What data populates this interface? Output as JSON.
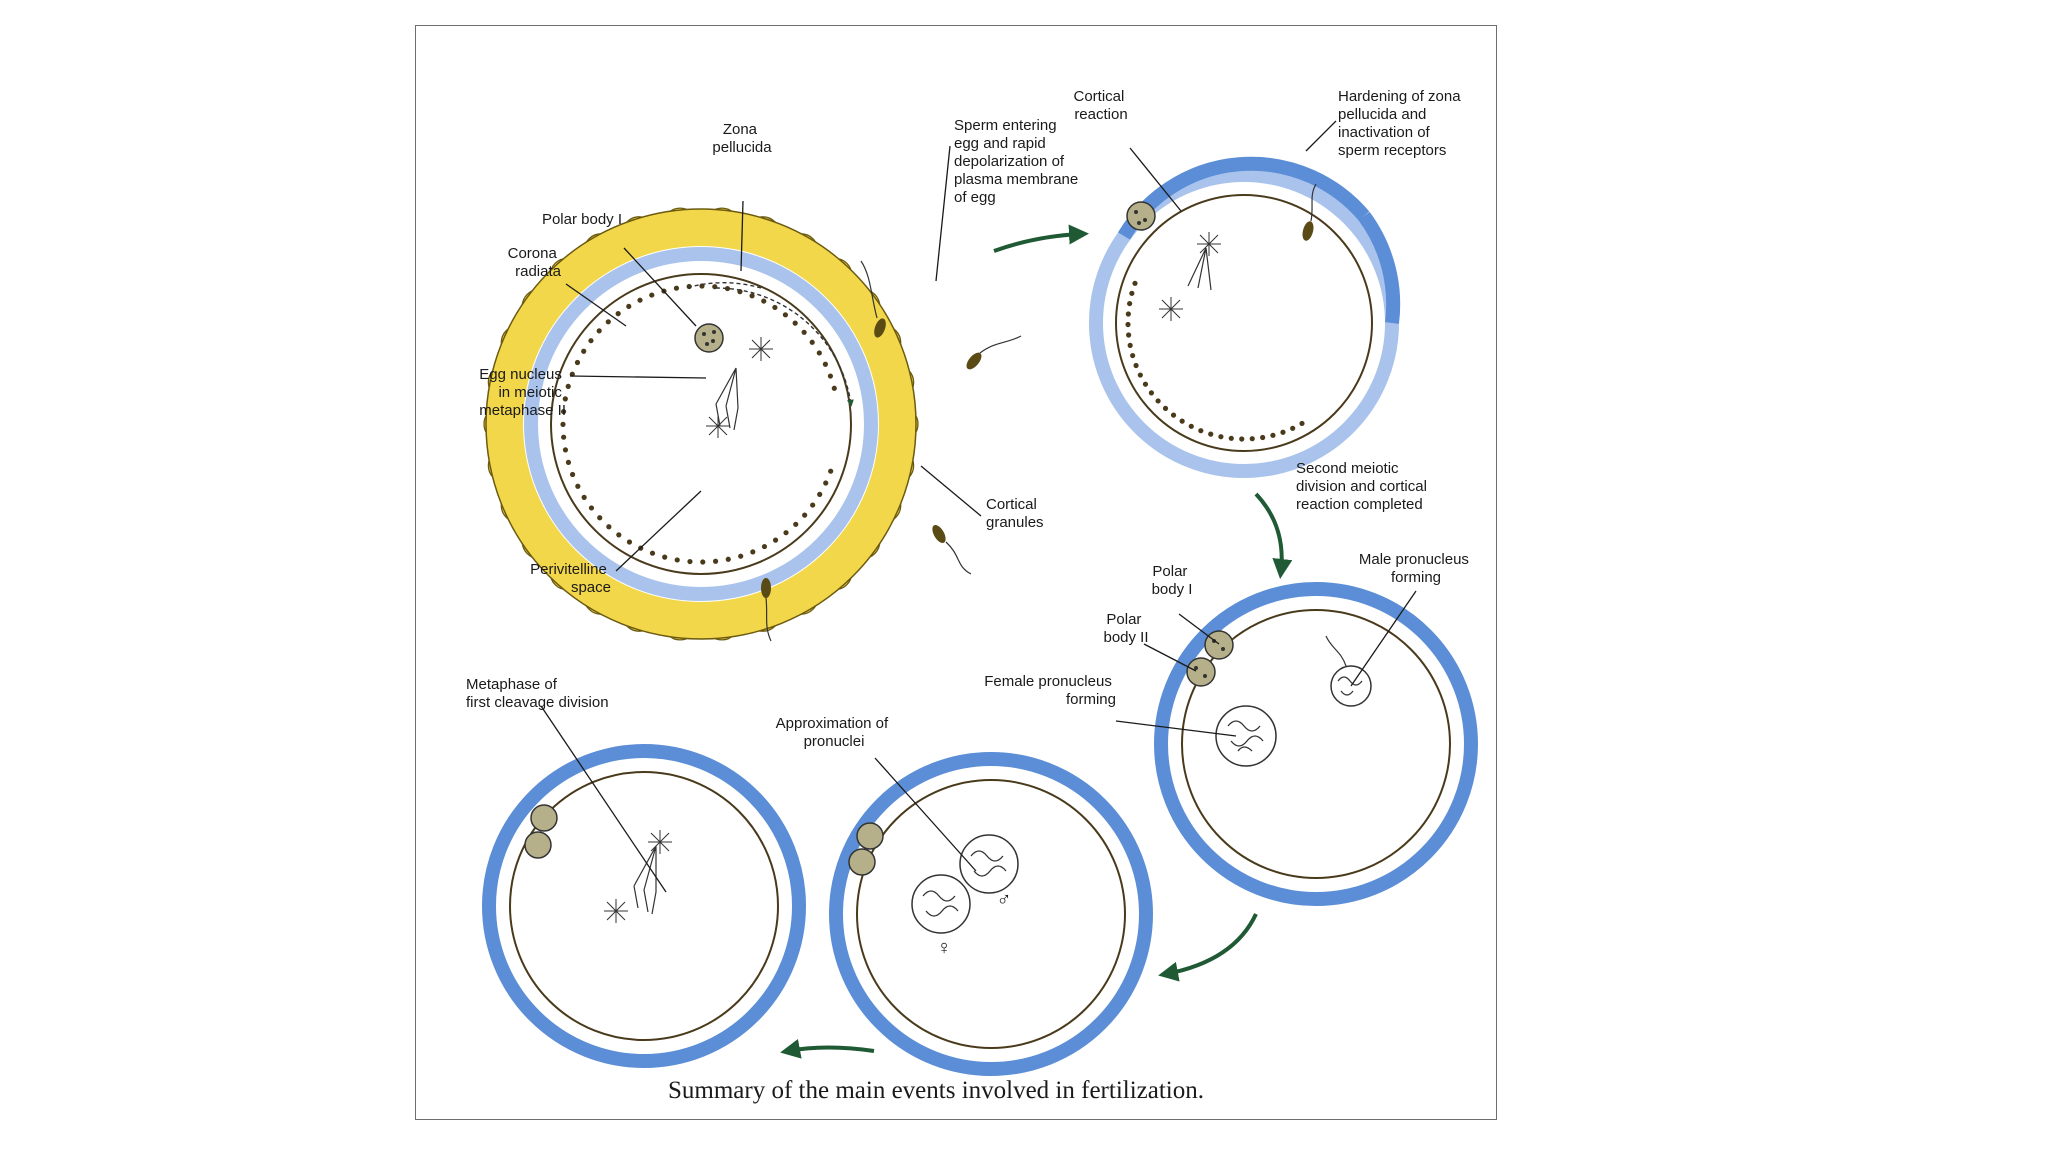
{
  "figure": {
    "caption": "Summary of the main events involved in fertilization.",
    "colors": {
      "zona_pellucida_dark": "#5b8ed6",
      "zona_pellucida_light": "#a9c3ec",
      "corona_radiata": "#f2d23c",
      "arrow": "#1f5a34",
      "granules": "#4a3a1c",
      "sperm": "#5a4a14"
    },
    "labels": {
      "zona_pellucida": [
        "Zona",
        "pellucida"
      ],
      "sperm_entering": [
        "Sperm entering",
        "egg and rapid",
        "depolarization of",
        "plasma membrane",
        "of egg"
      ],
      "polar_body_i_top": [
        "Polar body I"
      ],
      "corona_radiata": [
        "Corona",
        "radiata"
      ],
      "egg_nucleus": [
        "Egg nucleus",
        "in meiotic",
        "metaphase II"
      ],
      "perivitelline_space": [
        "Perivitelline",
        "space"
      ],
      "cortical_granules": [
        "Cortical",
        "granules"
      ],
      "cortical_reaction": [
        "Cortical",
        "reaction"
      ],
      "hardening_zona": [
        "Hardening of zona",
        "pellucida and",
        "inactivation of",
        "sperm receptors"
      ],
      "second_meiotic": [
        "Second meiotic",
        "division and cortical",
        "reaction completed"
      ],
      "polar_body_i": [
        "Polar",
        "body I"
      ],
      "polar_body_ii": [
        "Polar",
        "body II"
      ],
      "male_pronucleus": [
        "Male pronucleus",
        "forming"
      ],
      "female_pronucleus": [
        "Female pronucleus",
        "forming"
      ],
      "approximation": [
        "Approximation of",
        "pronuclei"
      ],
      "metaphase_cleavage": [
        "Metaphase of",
        "first cleavage division"
      ],
      "female_symbol": "♀",
      "male_symbol": "♂"
    }
  }
}
